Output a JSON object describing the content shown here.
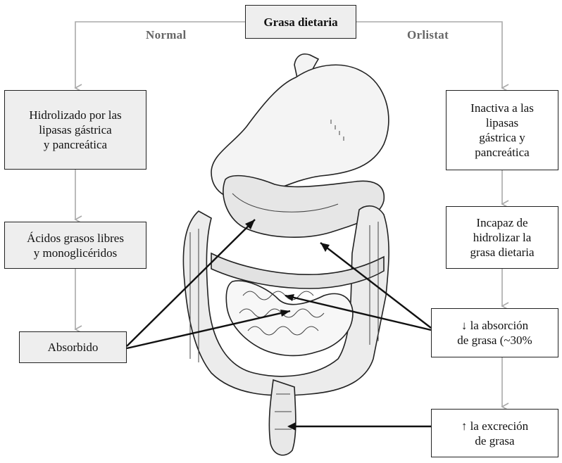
{
  "top_box": "Grasa dietaria",
  "branches": {
    "left": "Normal",
    "right": "Orlistat"
  },
  "left_boxes": [
    "Hidrolizado por las\nlipasas gástrica\ny pancreática",
    "Ácidos grasos libres\ny monoglicéridos",
    "Absorbido"
  ],
  "right_boxes": [
    "Inactiva a las\nlipasas\ngástrica y\npancreática",
    "Incapaz de\nhidrolizar la\ngrasa dietaria",
    "↓ la absorción\nde grasa (~30%",
    "↑ la excreción\nde grasa"
  ],
  "illustration": "digestive-system-drawing",
  "colors": {
    "box_fill": "#eeeeee",
    "connector": "#aaaaaa",
    "pointer": "#111111"
  }
}
